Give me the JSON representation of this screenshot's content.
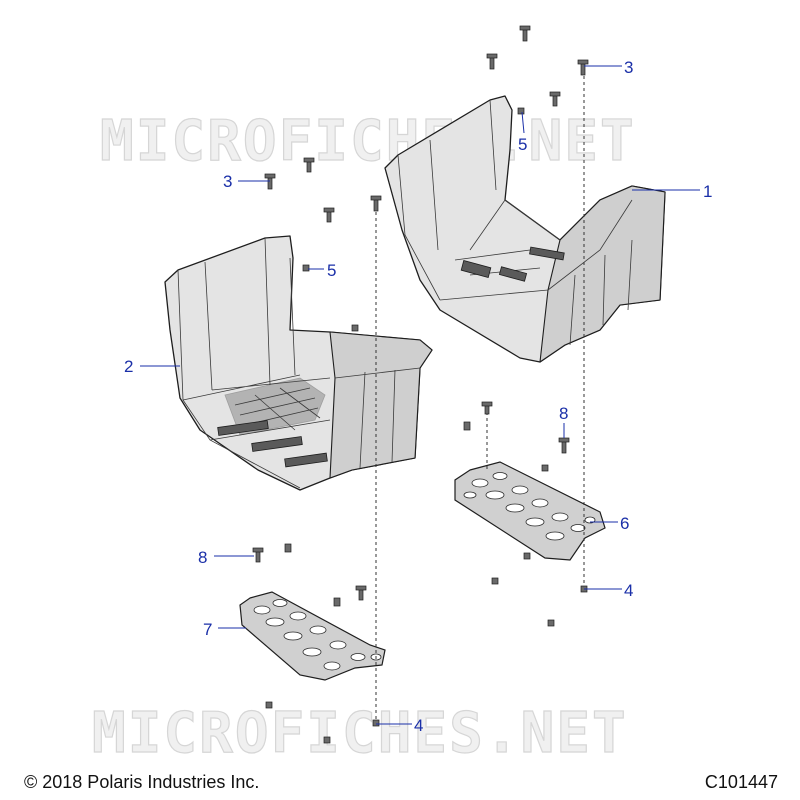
{
  "watermark": "MICROFICHES.NET",
  "footer": {
    "copyright": "© 2018 Polaris Industries Inc.",
    "figure_id": "C101447"
  },
  "callouts": [
    "1",
    "2",
    "3",
    "3",
    "4",
    "4",
    "5",
    "5",
    "6",
    "7",
    "8",
    "8"
  ],
  "colors": {
    "callout": "#1a2fa8",
    "watermark": "#d6d6d6"
  }
}
